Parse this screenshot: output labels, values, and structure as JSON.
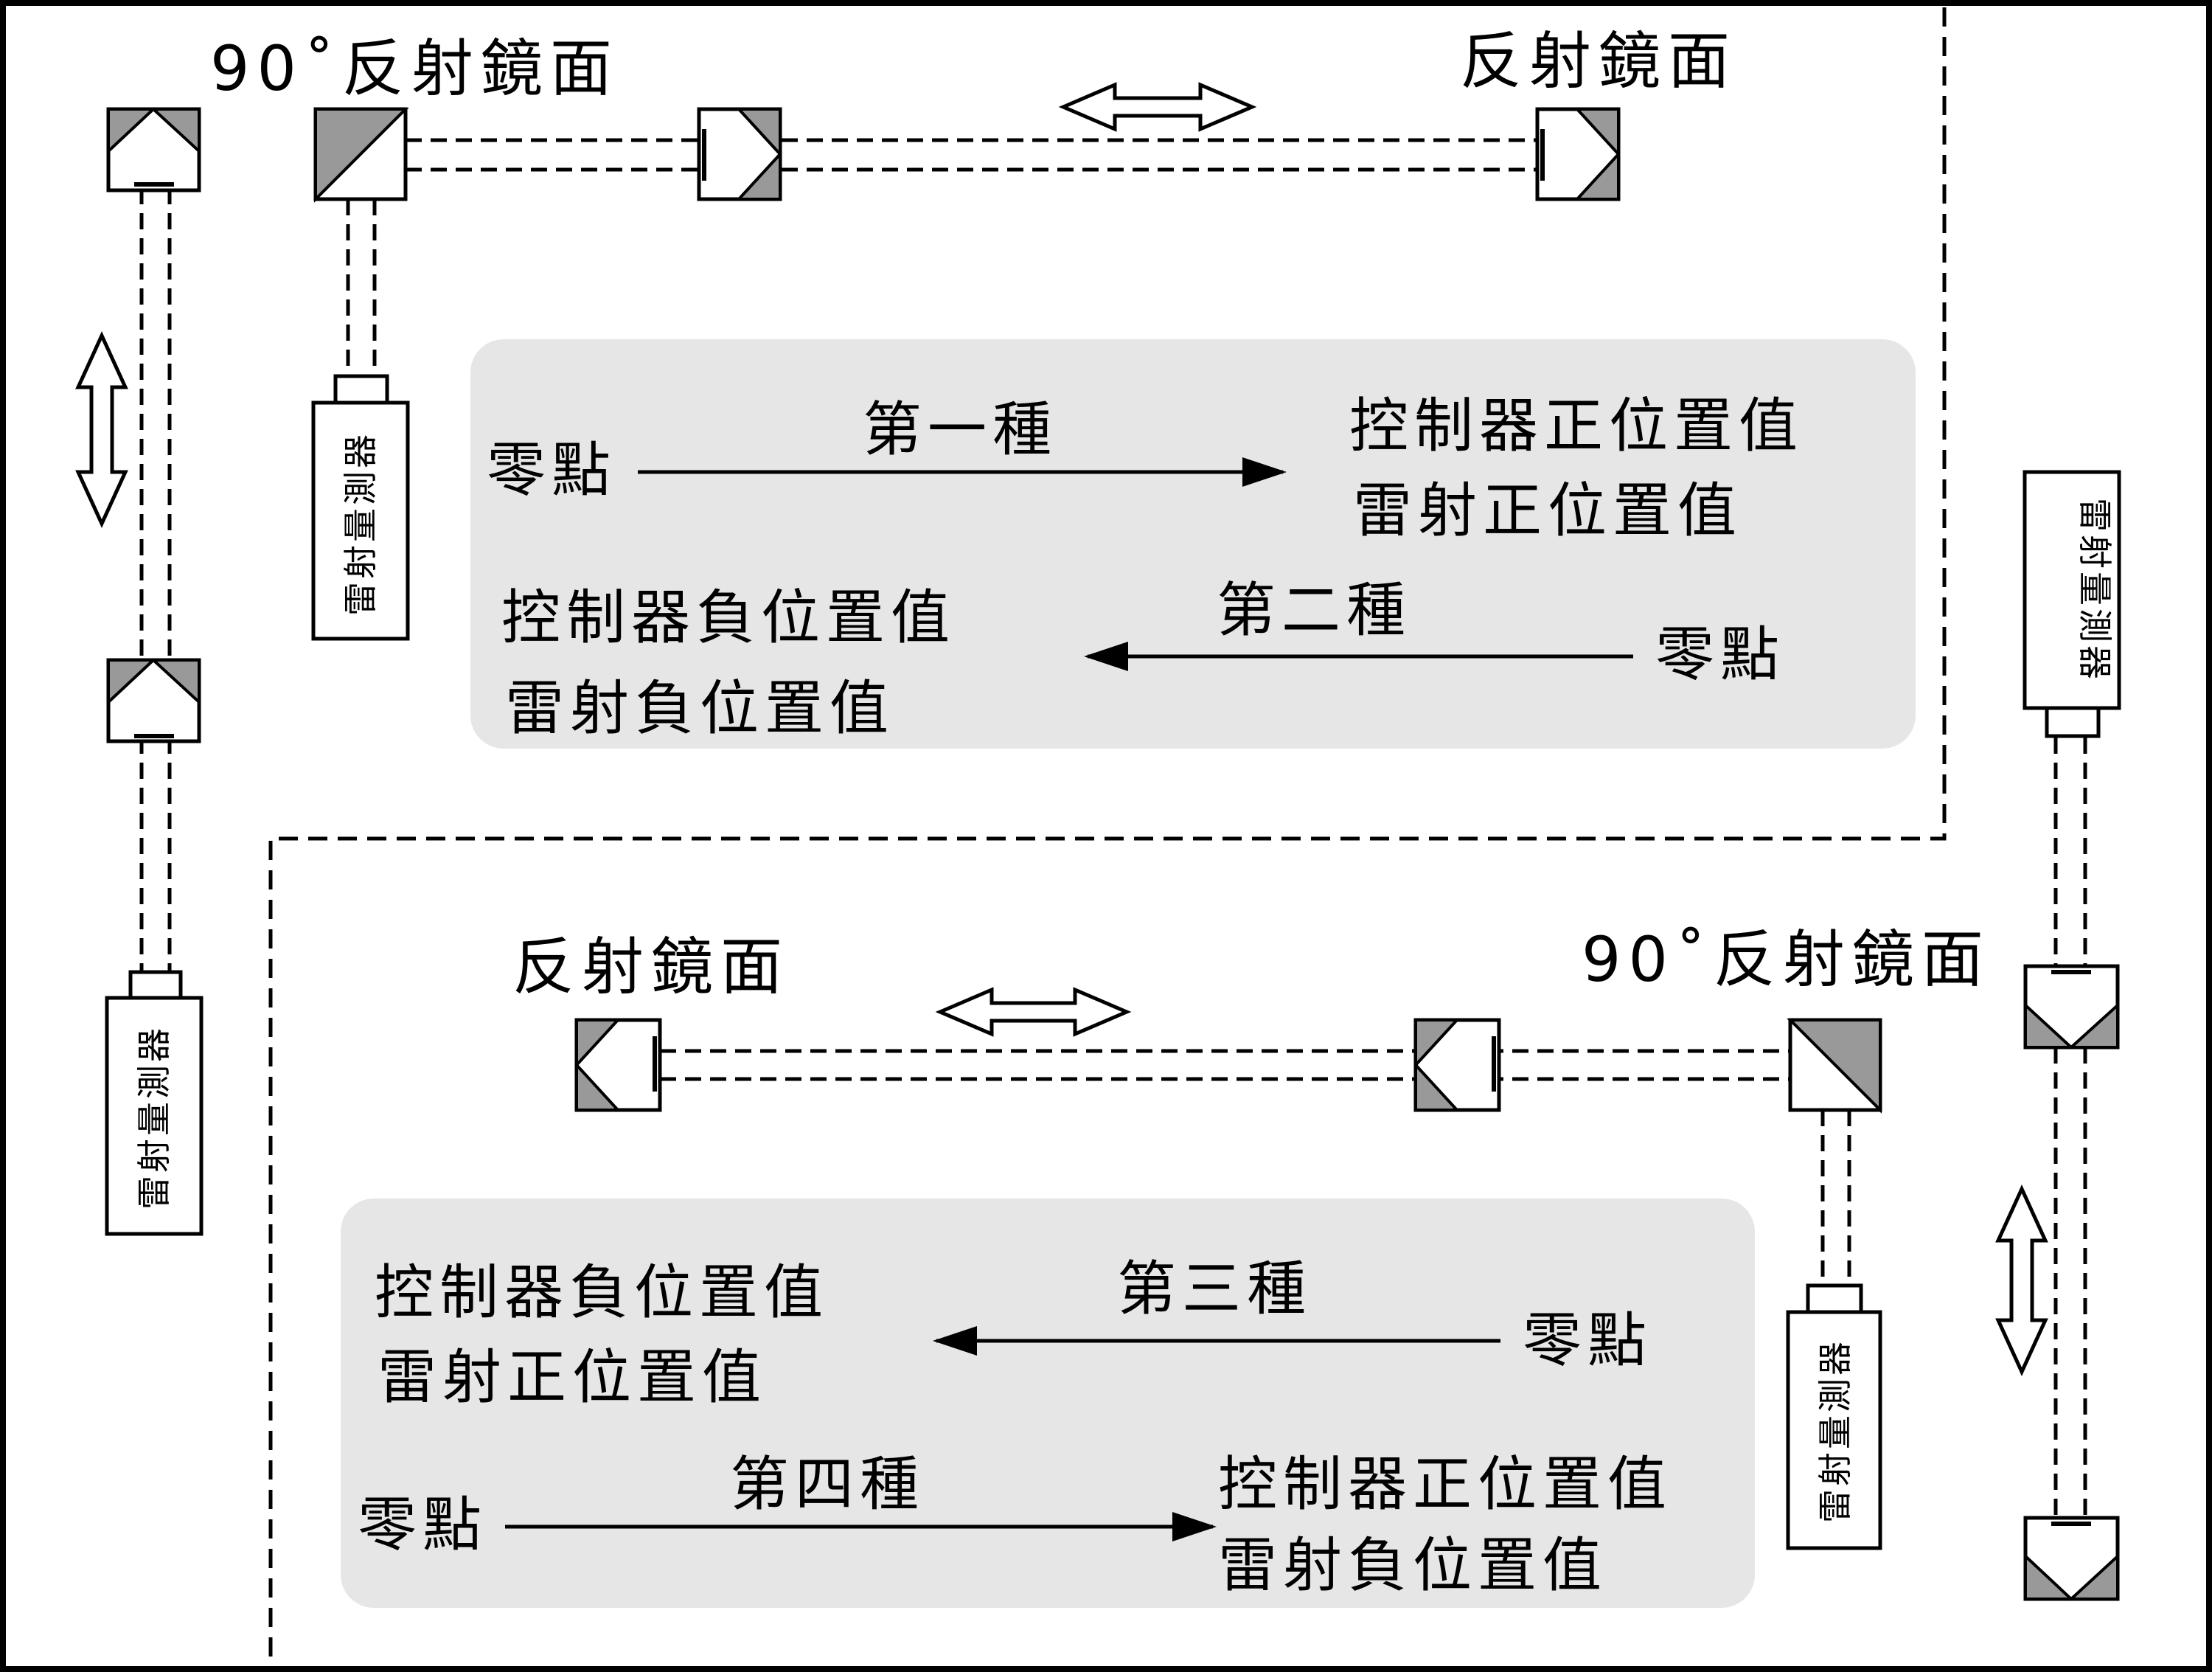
{
  "labels": {
    "mirror_90_top": "90˚反射鏡面",
    "mirror_top_right": "反射鏡面",
    "mirror_bottom_left": "反射鏡面",
    "mirror_90_bottom": "90˚反射鏡面",
    "laser_device": "雷射量測器"
  },
  "panel_top": {
    "case1": {
      "name": "第一種",
      "start": "零點",
      "end_line1": "控制器正位置值",
      "end_line2": "雷射正位置值"
    },
    "case2": {
      "name": "第二種",
      "start": "零點",
      "end_line1": "控制器負位置值",
      "end_line2": "雷射負位置值"
    }
  },
  "panel_bottom": {
    "case3": {
      "name": "第三種",
      "start": "零點",
      "end_line1": "控制器負位置值",
      "end_line2": "雷射正位置值"
    },
    "case4": {
      "name": "第四種",
      "start": "零點",
      "end_line1": "控制器正位置值",
      "end_line2": "雷射負位置值"
    }
  },
  "colors": {
    "panel_bg": "#e6e6e6",
    "mirror_fill": "#999999",
    "line": "#000000"
  }
}
